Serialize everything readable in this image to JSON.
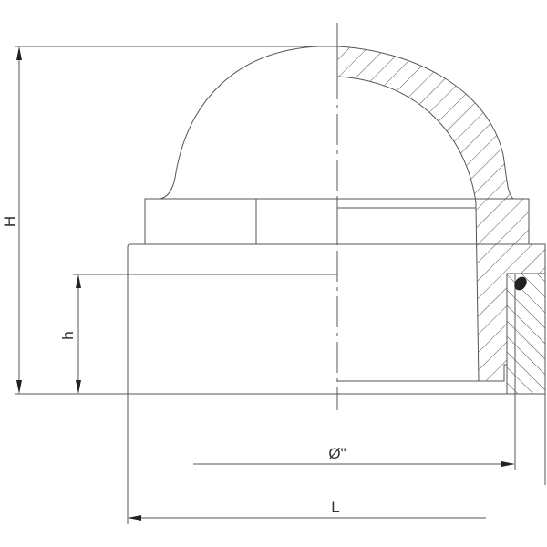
{
  "drawing": {
    "labels": {
      "height_total": "H",
      "height_socket": "h",
      "diameter": "Ø\"",
      "length": "L"
    },
    "colors": {
      "line": "#555555",
      "seal": "#222222",
      "background": "#ffffff"
    }
  }
}
